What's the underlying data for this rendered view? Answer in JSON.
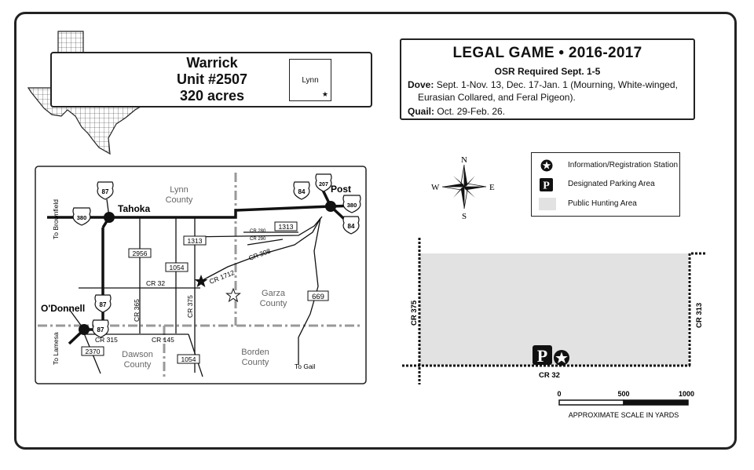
{
  "unit": {
    "name": "Warrick",
    "unit_number": "Unit #2507",
    "acreage": "320 acres",
    "county_inset_label": "Lynn"
  },
  "legal_game": {
    "title": "LEGAL GAME • 2016-2017",
    "osr": "OSR Required Sept. 1-5",
    "dove_label": "Dove:",
    "dove_text": "Sept. 1-Nov. 13, Dec. 17-Jan. 1 (Mourning, White-winged,",
    "dove_text_cont": "Eurasian Collared, and Feral Pigeon).",
    "quail_label": "Quail:",
    "quail_text": "Oct. 29-Feb. 26."
  },
  "compass": {
    "n": "N",
    "s": "S",
    "e": "E",
    "w": "W"
  },
  "legend": {
    "items": [
      {
        "icon": "info-star-icon",
        "label": "Information/Registration Station"
      },
      {
        "icon": "parking-p-icon",
        "label": "Designated Parking Area"
      },
      {
        "icon": "hunting-area-swatch",
        "label": "Public Hunting Area"
      }
    ],
    "hunting_area_color": "#e2e2e2"
  },
  "vicinity_map": {
    "towns": {
      "tahoka": "Tahoka",
      "post": "Post",
      "odonnell": "O'Donnell"
    },
    "counties": {
      "lynn": "Lynn\nCounty",
      "garza": "Garza\nCounty",
      "dawson": "Dawson\nCounty",
      "borden": "Borden\nCounty"
    },
    "directions": {
      "brownfield": "To Brownfield",
      "lamesa": "To Lamesa",
      "gail": "To Gail"
    },
    "us_highways": [
      "87",
      "380",
      "84"
    ],
    "state_routes": [
      "207"
    ],
    "farm_roads": [
      "1313",
      "2956",
      "1054",
      "669",
      "2370",
      "1712"
    ],
    "county_roads": [
      "CR 32",
      "CR 280",
      "CR 290",
      "CR 308",
      "CR 365",
      "CR 375",
      "CR 315",
      "CR 145"
    ]
  },
  "site_map": {
    "roads": {
      "cr375": "CR 375",
      "cr313": "CR 313",
      "cr32": "CR 32"
    },
    "scale": {
      "ticks": [
        "0",
        "500",
        "1000"
      ],
      "label": "APPROXIMATE SCALE IN YARDS"
    },
    "parking_letter": "P"
  }
}
